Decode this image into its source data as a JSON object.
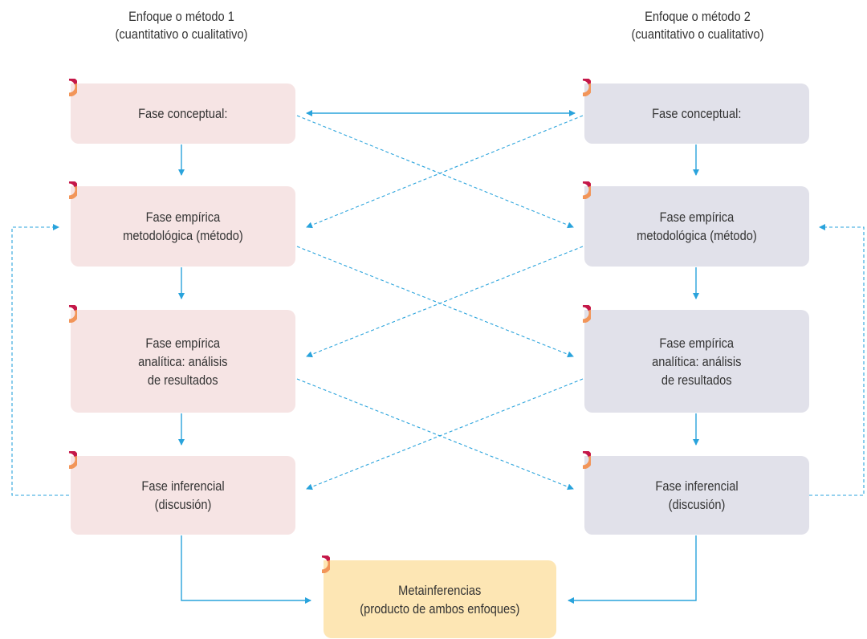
{
  "headers": {
    "left": {
      "line1": "Enfoque o método 1",
      "line2": "(cuantitativo o cualitativo)"
    },
    "right": {
      "line1": "Enfoque o método 2",
      "line2": "(cuantitativo o cualitativo)"
    }
  },
  "left_phases": [
    {
      "label": "Fase conceptual:"
    },
    {
      "label": "Fase empírica\nmetodológica (método)"
    },
    {
      "label": "Fase empírica\nanalítica: análisis\nde resultados"
    },
    {
      "label": "Fase inferencial\n(discusión)"
    }
  ],
  "right_phases": [
    {
      "label": "Fase conceptual:"
    },
    {
      "label": "Fase empírica\nmetodológica (método)"
    },
    {
      "label": "Fase empírica\nanalítica: análisis\nde resultados"
    },
    {
      "label": "Fase inferencial\n(discusión)"
    }
  ],
  "result": {
    "label": "Metainferencias\n(producto de ambos enfoques)"
  },
  "colors": {
    "left_box": "#f6e4e4",
    "right_box": "#e1e1ea",
    "result_box": "#fde6b4",
    "arrow": "#29a3dc",
    "corner_orange": "#f29559",
    "corner_red": "#c4174a"
  }
}
